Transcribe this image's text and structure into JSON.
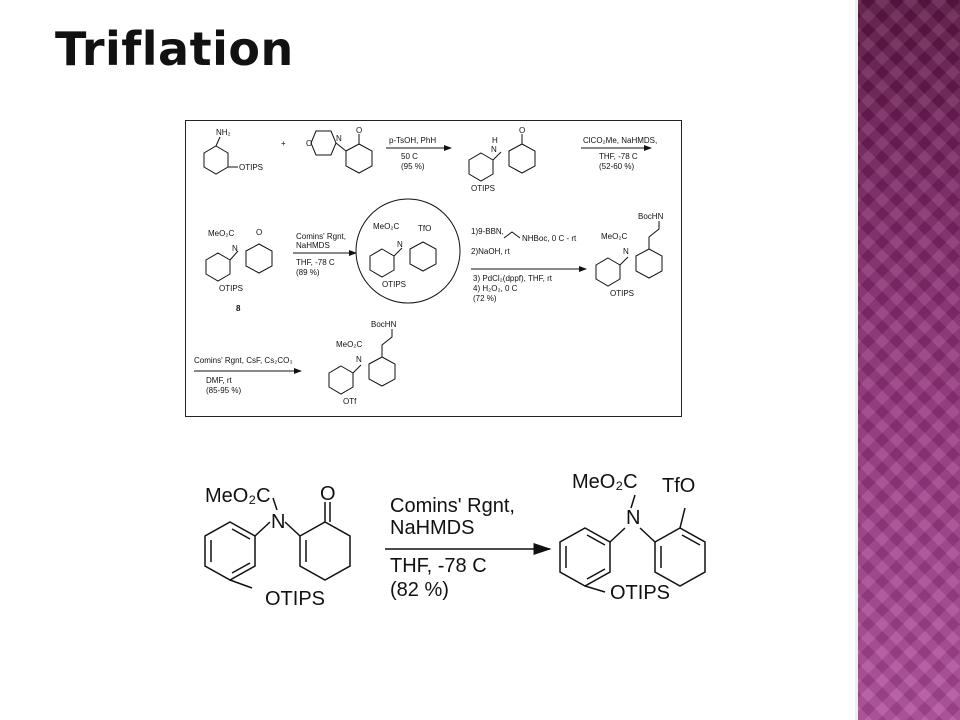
{
  "slide": {
    "title": "Triflation"
  },
  "scheme": {
    "row1": {
      "sm_nh2": "NH₂",
      "sm_otips": "OTIPS",
      "plus": "+",
      "morph_o": "O",
      "morph_n": "N",
      "ketone_o": "O",
      "arrow1_top": "p-TsOH, PhH",
      "arrow1_bottom1": "50 C",
      "arrow1_bottom2": "(95 %)",
      "prod_h": "H",
      "prod_n": "N",
      "prod_o": "O",
      "prod_otips": "OTIPS",
      "arrow2_top": "ClCO₂Me, NaHMDS,",
      "arrow2_bottom1": "THF, -78 C",
      "arrow2_bottom2": "(52-60 %)"
    },
    "row2": {
      "sm_meo2c": "MeO₂C",
      "sm_o": "O",
      "sm_n": "N",
      "sm_otips": "OTIPS",
      "sm_label": "8",
      "arrow1_top1": "Comins' Rgnt,",
      "arrow1_top2": "NaHMDS",
      "arrow1_bottom1": "THF, -78 C",
      "arrow1_bottom2": "(89 %)",
      "mid_meo2c": "MeO₂C",
      "mid_tfo": "TfO",
      "mid_n": "N",
      "mid_otips": "OTIPS",
      "arrow2_top1": "1)9-BBN,",
      "arrow2_nhboc": "NHBoc, 0 C - rt",
      "arrow2_top2": "2)NaOH, rt",
      "arrow2_bottom1": "3) PdCl₂(dppf), THF, rt",
      "arrow2_bottom2": "4) H₂O₂, 0 C",
      "arrow2_bottom3": "(72 %)",
      "prod_bochn": "BocHN",
      "prod_meo2c": "MeO₂C",
      "prod_n": "N",
      "prod_otips": "OTIPS"
    },
    "row3": {
      "arrow_top": "Comins' Rgnt, CsF, Cs₂CO₃",
      "arrow_bottom1": "DMF, rt",
      "arrow_bottom2": "(85-95 %)",
      "prod_bochn": "BocHN",
      "prod_meo2c": "MeO₂C",
      "prod_n": "N",
      "prod_otf": "OTf"
    }
  },
  "reaction": {
    "sm_meo2c": "MeO₂C",
    "sm_o": "O",
    "sm_n": "N",
    "sm_otips": "OTIPS",
    "arrow_top1": "Comins' Rgnt,",
    "arrow_top2": "NaHMDS",
    "arrow_bottom1": "THF, -78 C",
    "arrow_bottom2": "(82 %)",
    "prod_meo2c": "MeO₂C",
    "prod_tfo": "TfO",
    "prod_n": "N",
    "prod_otips": "OTIPS"
  },
  "colors": {
    "panel_top": "#5e1546",
    "panel_bottom": "#b04b9c",
    "title": "#111111"
  }
}
